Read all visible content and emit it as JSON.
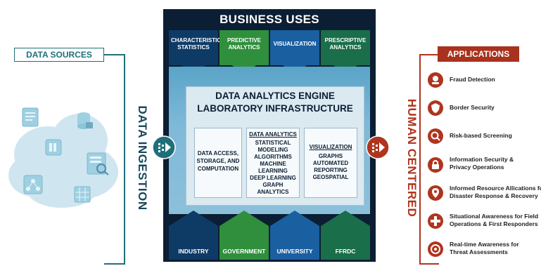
{
  "business": {
    "title": "BUSINESS USES",
    "items": [
      {
        "label": "CHARACTERISTIC STATISTICS",
        "color": "#0e3a66"
      },
      {
        "label": "PREDICTIVE ANALYTICS",
        "color": "#2f8f3c"
      },
      {
        "label": "VISUALIZATION",
        "color": "#1a5fa0"
      },
      {
        "label": "PRESCRIPTIVE ANALYTICS",
        "color": "#1a6e4a"
      }
    ]
  },
  "engine": {
    "title_line1": "DATA ANALYTICS ENGINE",
    "title_line2": "LABORATORY INFRASTRUCTURE",
    "col1": [
      "DATA ACCESS,",
      "STORAGE, AND",
      "COMPUTATION"
    ],
    "col2_head": "DATA ANALYTICS",
    "col2": [
      "STATISTICAL",
      "MODELING",
      "ALGORITHMS",
      "MACHINE",
      "LEARNING",
      "DEEP LEARNING",
      "GRAPH ANALYTICS"
    ],
    "col3_head": "VISUALIZATION",
    "col3": [
      "GRAPHS",
      "AUTOMATED",
      "REPORTING",
      "GEOSPATIAL"
    ]
  },
  "partners": [
    {
      "label": "INDUSTRY",
      "color": "#0e3a66"
    },
    {
      "label": "GOVERNMENT",
      "color": "#2f8f3c"
    },
    {
      "label": "UNIVERSITY",
      "color": "#1a5fa0"
    },
    {
      "label": "FFRDC",
      "color": "#1a6e4a"
    }
  ],
  "left": {
    "sources_label": "DATA SOURCES",
    "ingestion_label": "DATA INGESTION",
    "accent": "#1f6f7a"
  },
  "right": {
    "applications_label": "APPLICATIONS",
    "human_label": "HUMAN CENTERED",
    "accent": "#b0341e",
    "apps": [
      {
        "label": "Fraud Detection",
        "icon": "fraud-icon"
      },
      {
        "label": "Border Security",
        "icon": "shield-icon"
      },
      {
        "label": "Risk-based Screening",
        "icon": "screening-icon"
      },
      {
        "label": "Information Security &",
        "label2": "Privacy Operations",
        "icon": "lock-icon"
      },
      {
        "label": "Informed Resource Allications for",
        "label2": "Disaster Response & Recovery",
        "icon": "resource-icon"
      },
      {
        "label": "Situational Awareness for Field",
        "label2": "Operations & First Responders",
        "icon": "responder-icon"
      },
      {
        "label": "Real-time Awareness for",
        "label2": "Threat Assessments",
        "icon": "threat-icon"
      }
    ]
  }
}
